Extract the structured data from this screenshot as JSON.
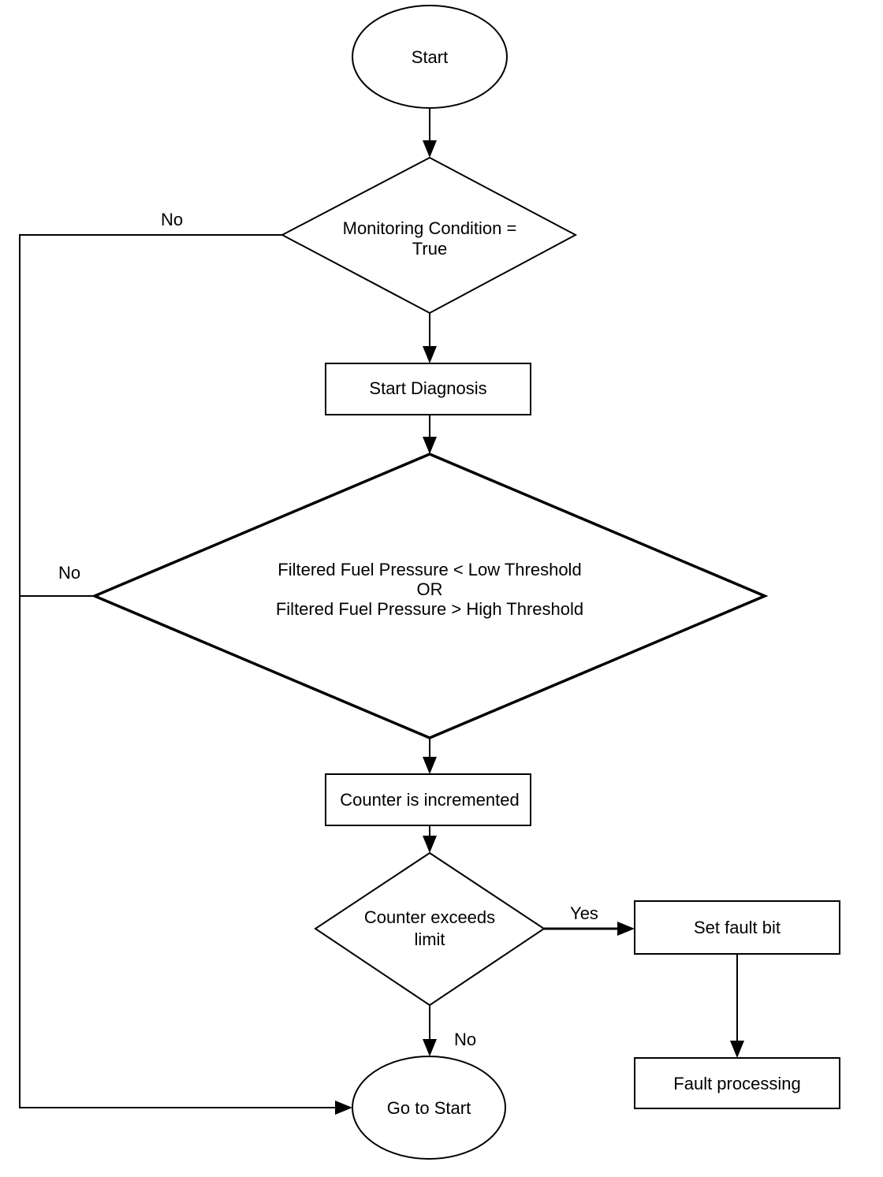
{
  "colors": {
    "line": "#000000",
    "text": "#000000",
    "background": "#ffffff"
  },
  "flowchart": {
    "nodes": {
      "start": {
        "type": "terminator",
        "label": "Start"
      },
      "monitoring_condition": {
        "type": "decision",
        "label_line1": "Monitoring Condition =",
        "label_line2": "True"
      },
      "start_diagnosis": {
        "type": "process",
        "label": "Start Diagnosis"
      },
      "fuel_pressure_check": {
        "type": "decision",
        "label_line1": "Filtered Fuel Pressure < Low Threshold",
        "label_line2": "OR",
        "label_line3": "Filtered Fuel Pressure > High Threshold"
      },
      "counter_incremented": {
        "type": "process",
        "label": "Counter is incremented"
      },
      "counter_exceeds_limit": {
        "type": "decision",
        "label_line1": "Counter exceeds",
        "label_line2": "limit"
      },
      "set_fault_bit": {
        "type": "process",
        "label": "Set fault bit"
      },
      "fault_processing": {
        "type": "process",
        "label": "Fault processing"
      },
      "go_to_start": {
        "type": "terminator",
        "label": "Go to Start"
      }
    },
    "edge_labels": {
      "monitoring_no": "No",
      "fuel_pressure_no": "No",
      "counter_yes": "Yes",
      "counter_no": "No"
    }
  }
}
